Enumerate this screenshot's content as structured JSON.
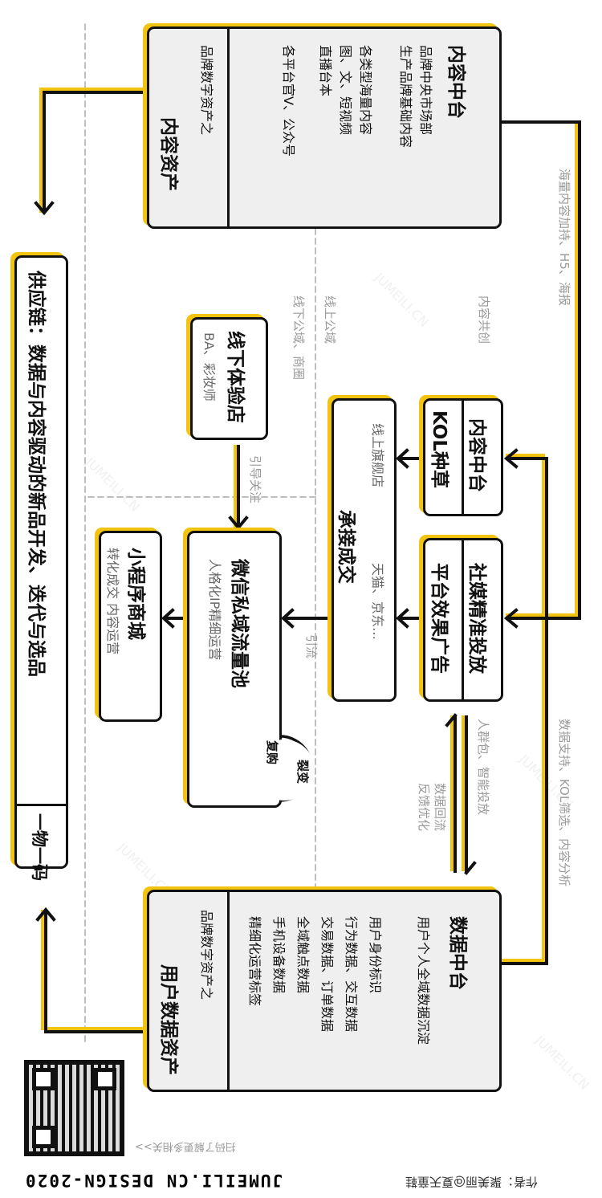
{
  "colors": {
    "accent": "#f2c40f",
    "line": "#111111",
    "label": "#9a9a9a",
    "panel": "#efefef"
  },
  "watermark": "JUMEILI.CN",
  "content_hub": {
    "title": "内容中台",
    "lines": [
      "品牌中央市场部",
      "生产品牌基础内容",
      "各类型海量内容",
      "图、文、短视频",
      "直播台本",
      "各平台官V、公众号"
    ],
    "asset_prefix": "品牌数字资产之",
    "asset_title": "内容资产"
  },
  "data_hub": {
    "title": "数据中台",
    "lines": [
      "用户个人全域数据沉淀",
      "用户身份标识",
      "行为数据、交互数据",
      "交易数据、订单数据",
      "全域触点数据",
      "手机设备数据",
      "精细化运营标签"
    ],
    "asset_prefix": "品牌数字资产之",
    "asset_title": "用户数据资产"
  },
  "kol_box": {
    "top": "内容中台",
    "bottom": "KOL种草"
  },
  "ads_box": {
    "top": "社媒精准投放",
    "bottom": "平台效果广告"
  },
  "deal_box": {
    "sub1": "线上旗舰店",
    "sub2": "天猫、京东…",
    "title": "承接成交"
  },
  "offline_box": {
    "title": "线下体验店",
    "sub": "BA、彩妆师"
  },
  "wechat_box": {
    "title": "微信私域流量池",
    "sub": "人格化IP精细运营"
  },
  "cycle": {
    "top": "裂变",
    "bottom": "复购"
  },
  "mini_box": {
    "title": "小程序商城",
    "sub": "转化成交 内容运营"
  },
  "supply_box": {
    "title": "供应链：数据与内容驱动的新品开发、迭代与选品",
    "code": "一物一码"
  },
  "labels": {
    "content_support": "海量内容加持、H5、海报",
    "co_create": "内容共创",
    "online_public": "线上公域",
    "offline_public": "线下公域、商圈",
    "data_support": "数据支持、KOL筛选、内容分析",
    "targeting": "人群包、智能投放",
    "data_return": "数据回流",
    "feedback": "反馈优化",
    "guide_follow": "引导关注",
    "traffic": "引流"
  },
  "footer": {
    "qr_hint": "扫码了解更多相关>>",
    "brand": "JUMEILI.CN DESIGN-2020",
    "author": "作者：聚美丽@夏天童鞋"
  }
}
